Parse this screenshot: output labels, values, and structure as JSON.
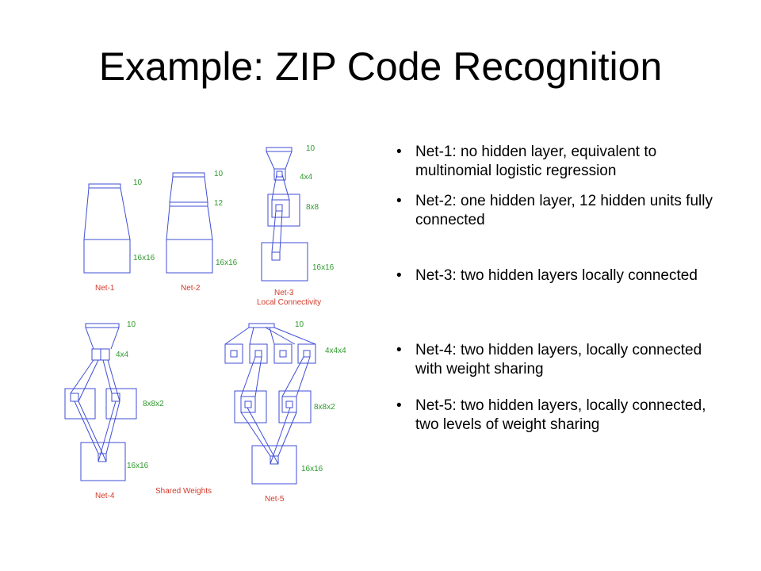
{
  "title": "Example: ZIP Code Recognition",
  "bullets": [
    "Net-1: no hidden layer, equivalent to multinomial logistic regression",
    "Net-2: one hidden layer, 12 hidden units fully connected",
    "Net-3: two hidden layers locally connected",
    "Net-4: two hidden layers, locally connected with weight sharing",
    "Net-5: two hidden layers, locally connected, two levels of weight sharing"
  ],
  "diagram": {
    "net1": {
      "name": "Net-1",
      "output": "10",
      "input": "16x16"
    },
    "net2": {
      "name": "Net-2",
      "output": "10",
      "hidden": "12",
      "input": "16x16"
    },
    "net3": {
      "name": "Net-3",
      "caption": "Local Connectivity",
      "output": "10",
      "hidden2": "4x4",
      "hidden1": "8x8",
      "input": "16x16"
    },
    "net4": {
      "name": "Net-4",
      "output": "10",
      "hidden2": "4x4",
      "hidden1": "8x8x2",
      "input": "16x16"
    },
    "net5": {
      "name": "Net-5",
      "output": "10",
      "hidden2": "4x4x4",
      "hidden1": "8x8x2",
      "input": "16x16"
    },
    "shared_caption": "Shared Weights"
  },
  "colors": {
    "lines": "#3f4ed6",
    "labels": "#2f9a2f",
    "names": "#d23a2a"
  }
}
